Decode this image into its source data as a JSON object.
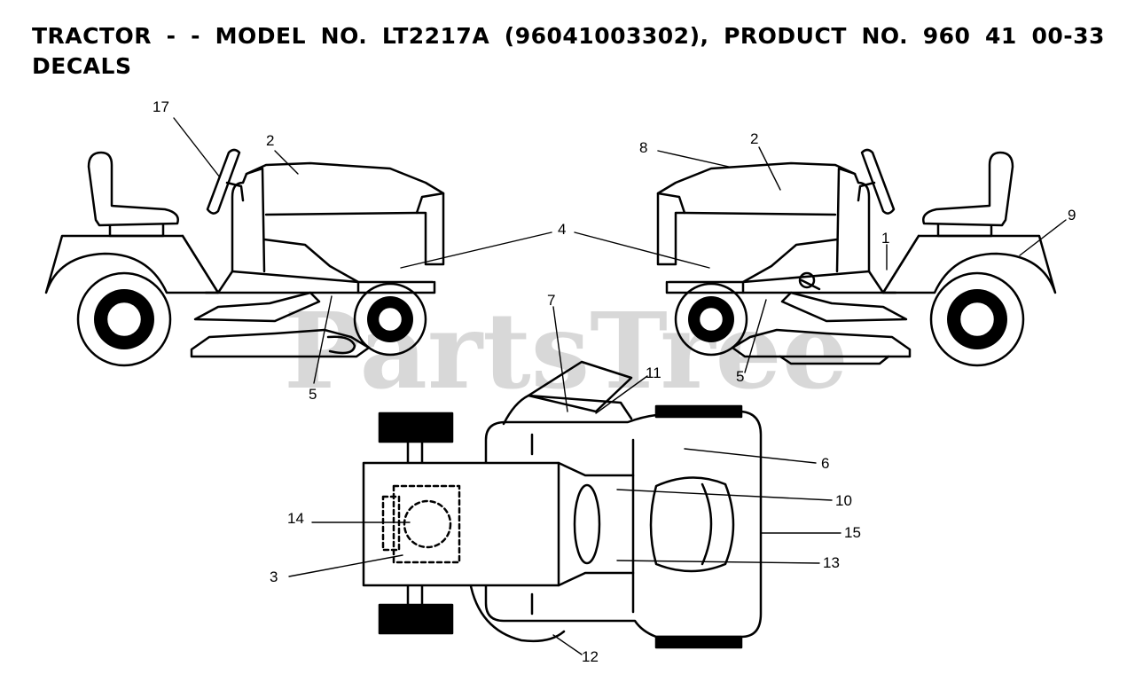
{
  "header": {
    "line1_parts": [
      "TRACTOR",
      "-",
      "-",
      "MODEL",
      "NO.",
      "LT2217A",
      "(96041003302),",
      "PRODUCT",
      "NO.",
      "960",
      "41",
      "00-33"
    ],
    "line2": "DECALS"
  },
  "watermark": "PartsTree",
  "callouts": {
    "c17": "17",
    "c2_left": "2",
    "c2_right": "2",
    "c8": "8",
    "c4": "4",
    "c1": "1",
    "c9": "9",
    "c5_left": "5",
    "c5_right": "5",
    "c7": "7",
    "c11": "11",
    "c6": "6",
    "c10": "10",
    "c15": "15",
    "c13": "13",
    "c14": "14",
    "c3": "3",
    "c12": "12"
  },
  "colors": {
    "ink": "#000000",
    "paper": "#ffffff",
    "watermark": "#d8d8d8"
  }
}
